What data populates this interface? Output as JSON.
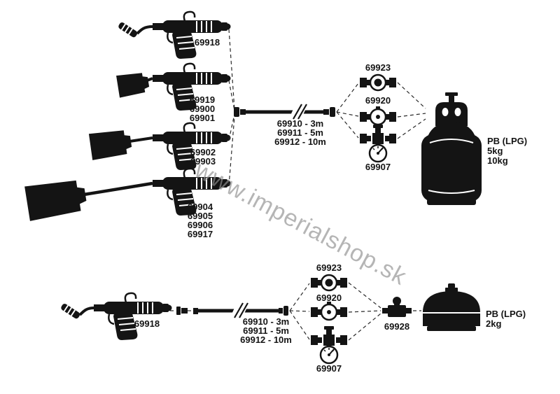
{
  "watermark": "www.imperialshop.sk",
  "top_diagram": {
    "torch_1_label": "69918",
    "torch_2_labels": [
      "69919",
      "69900",
      "69901"
    ],
    "torch_3_labels": [
      "69902",
      "69903"
    ],
    "torch_4_labels": [
      "69904",
      "69905",
      "69906",
      "69917"
    ],
    "hose_labels": [
      "69910 - 3m",
      "69911 - 5m",
      "69912 - 10m"
    ],
    "fitting_valve_solid_label": "69923",
    "fitting_valve_small_label": "69920",
    "fitting_gauge_label": "69907",
    "bottle_labels": [
      "PB (LPG)",
      "5kg",
      "10kg"
    ]
  },
  "bottom_diagram": {
    "torch_label": "69918",
    "hose_labels": [
      "69910 - 3m",
      "69911 - 5m",
      "69912 - 10m"
    ],
    "fitting_valve_solid_label": "69923",
    "fitting_valve_small_label": "69920",
    "fitting_gauge_label": "69907",
    "regulator_label": "69928",
    "bottle_labels": [
      "PB (LPG)",
      "2kg"
    ]
  }
}
